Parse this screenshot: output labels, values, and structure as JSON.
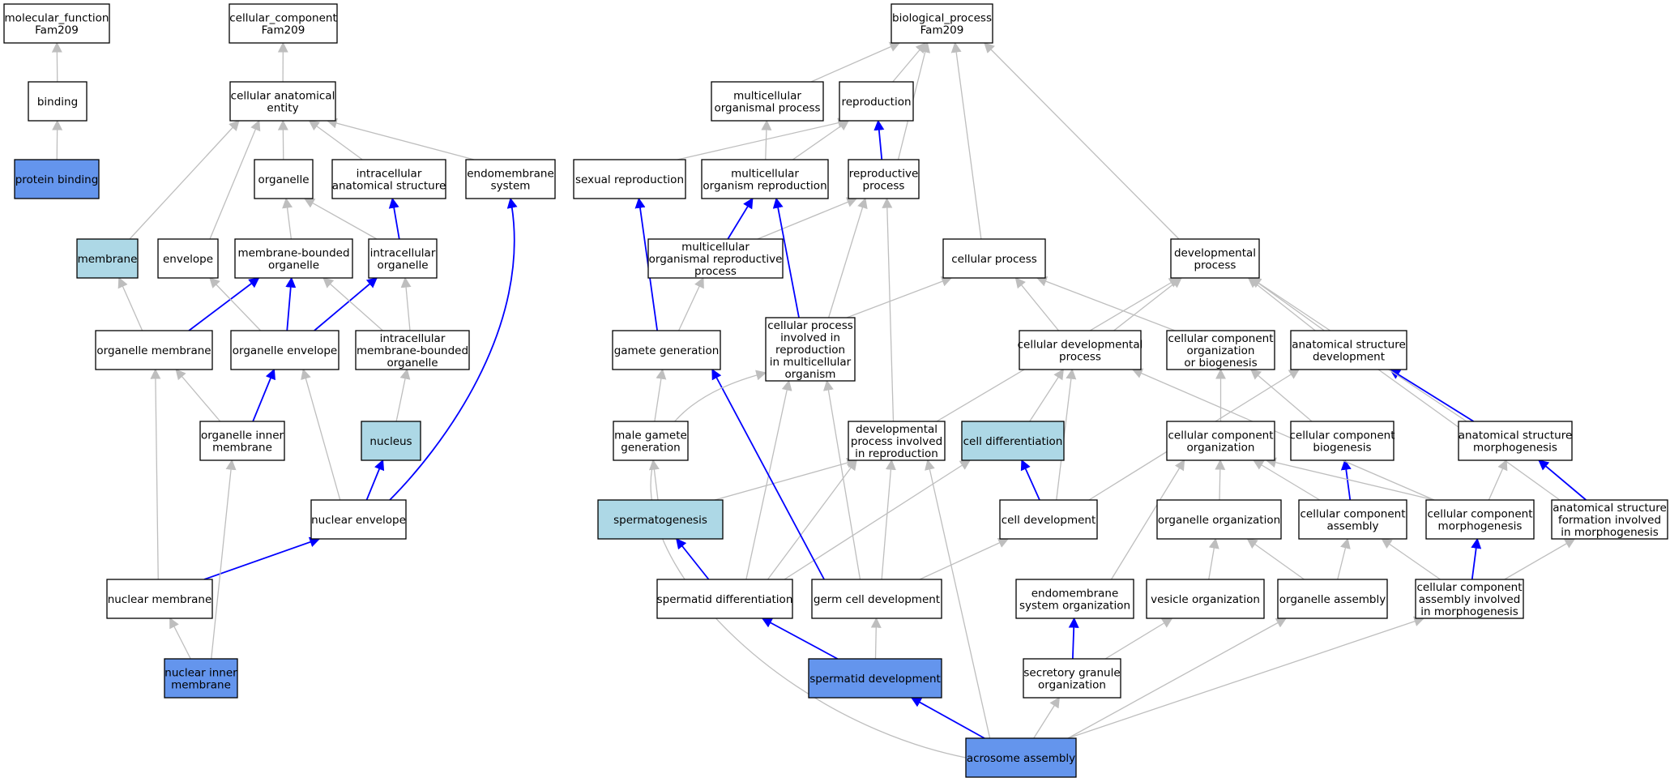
{
  "colors": {
    "plain": "#ffffff",
    "light": "#add8e6",
    "dark": "#6495ed",
    "edge_gray": "#bebebe",
    "edge_blue": "#0000ff"
  },
  "nodes": [
    {
      "id": "mf",
      "lines": [
        "molecular_function",
        "Fam209"
      ],
      "fill": "plain"
    },
    {
      "id": "cc",
      "lines": [
        "cellular_component",
        "Fam209"
      ],
      "fill": "plain"
    },
    {
      "id": "bp",
      "lines": [
        "biological_process",
        "Fam209"
      ],
      "fill": "plain"
    },
    {
      "id": "binding",
      "lines": [
        "binding"
      ],
      "fill": "plain"
    },
    {
      "id": "protbind",
      "lines": [
        "protein binding"
      ],
      "fill": "dark"
    },
    {
      "id": "cae",
      "lines": [
        "cellular anatomical",
        "entity"
      ],
      "fill": "plain"
    },
    {
      "id": "organelle",
      "lines": [
        "organelle"
      ],
      "fill": "plain"
    },
    {
      "id": "ias",
      "lines": [
        "intracellular",
        "anatomical structure"
      ],
      "fill": "plain"
    },
    {
      "id": "endomem",
      "lines": [
        "endomembrane",
        "system"
      ],
      "fill": "plain"
    },
    {
      "id": "membrane",
      "lines": [
        "membrane"
      ],
      "fill": "light"
    },
    {
      "id": "envelope",
      "lines": [
        "envelope"
      ],
      "fill": "plain"
    },
    {
      "id": "mbo",
      "lines": [
        "membrane-bounded",
        "organelle"
      ],
      "fill": "plain"
    },
    {
      "id": "io",
      "lines": [
        "intracellular",
        "organelle"
      ],
      "fill": "plain"
    },
    {
      "id": "om",
      "lines": [
        "organelle membrane"
      ],
      "fill": "plain"
    },
    {
      "id": "oe",
      "lines": [
        "organelle envelope"
      ],
      "fill": "plain"
    },
    {
      "id": "imbo",
      "lines": [
        "intracellular",
        "membrane-bounded",
        "organelle"
      ],
      "fill": "plain"
    },
    {
      "id": "oim",
      "lines": [
        "organelle inner",
        "membrane"
      ],
      "fill": "plain"
    },
    {
      "id": "nucleus",
      "lines": [
        "nucleus"
      ],
      "fill": "light"
    },
    {
      "id": "ne",
      "lines": [
        "nuclear envelope"
      ],
      "fill": "plain"
    },
    {
      "id": "nm",
      "lines": [
        "nuclear membrane"
      ],
      "fill": "plain"
    },
    {
      "id": "nim",
      "lines": [
        "nuclear inner",
        "membrane"
      ],
      "fill": "dark"
    },
    {
      "id": "mop",
      "lines": [
        "multicellular",
        "organismal process"
      ],
      "fill": "plain"
    },
    {
      "id": "repro",
      "lines": [
        "reproduction"
      ],
      "fill": "plain"
    },
    {
      "id": "sexrep",
      "lines": [
        "sexual reproduction"
      ],
      "fill": "plain"
    },
    {
      "id": "mor",
      "lines": [
        "multicellular",
        "organism reproduction"
      ],
      "fill": "plain"
    },
    {
      "id": "repproc",
      "lines": [
        "reproductive",
        "process"
      ],
      "fill": "plain"
    },
    {
      "id": "morp",
      "lines": [
        "multicellular",
        "organismal reproductive",
        "process"
      ],
      "fill": "plain"
    },
    {
      "id": "cellproc",
      "lines": [
        "cellular process"
      ],
      "fill": "plain"
    },
    {
      "id": "devproc",
      "lines": [
        "developmental",
        "process"
      ],
      "fill": "plain"
    },
    {
      "id": "gamgen",
      "lines": [
        "gamete generation"
      ],
      "fill": "plain"
    },
    {
      "id": "cpirmo",
      "lines": [
        "cellular process",
        "involved in",
        "reproduction",
        "in multicellular",
        "organism"
      ],
      "fill": "plain"
    },
    {
      "id": "celldev",
      "lines": [
        "cellular developmental",
        "process"
      ],
      "fill": "plain"
    },
    {
      "id": "ccob",
      "lines": [
        "cellular component",
        "organization",
        "or biogenesis"
      ],
      "fill": "plain"
    },
    {
      "id": "asd",
      "lines": [
        "anatomical structure",
        "development"
      ],
      "fill": "plain"
    },
    {
      "id": "mgg",
      "lines": [
        "male gamete",
        "generation"
      ],
      "fill": "plain"
    },
    {
      "id": "dpir",
      "lines": [
        "developmental",
        "process involved",
        "in reproduction"
      ],
      "fill": "plain"
    },
    {
      "id": "celldiff",
      "lines": [
        "cell differentiation"
      ],
      "fill": "light"
    },
    {
      "id": "cco",
      "lines": [
        "cellular component",
        "organization"
      ],
      "fill": "plain"
    },
    {
      "id": "ccb",
      "lines": [
        "cellular component",
        "biogenesis"
      ],
      "fill": "plain"
    },
    {
      "id": "asm",
      "lines": [
        "anatomical structure",
        "morphogenesis"
      ],
      "fill": "plain"
    },
    {
      "id": "spermatog",
      "lines": [
        "spermatogenesis"
      ],
      "fill": "light"
    },
    {
      "id": "celldevel",
      "lines": [
        "cell development"
      ],
      "fill": "plain"
    },
    {
      "id": "orgorg",
      "lines": [
        "organelle organization"
      ],
      "fill": "plain"
    },
    {
      "id": "cca",
      "lines": [
        "cellular component",
        "assembly"
      ],
      "fill": "plain"
    },
    {
      "id": "ccm",
      "lines": [
        "cellular component",
        "morphogenesis"
      ],
      "fill": "plain"
    },
    {
      "id": "asfm",
      "lines": [
        "anatomical structure",
        "formation involved",
        "in morphogenesis"
      ],
      "fill": "plain"
    },
    {
      "id": "spdiff",
      "lines": [
        "spermatid differentiation"
      ],
      "fill": "plain"
    },
    {
      "id": "gcd",
      "lines": [
        "germ cell development"
      ],
      "fill": "plain"
    },
    {
      "id": "eso",
      "lines": [
        "endomembrane",
        "system organization"
      ],
      "fill": "plain"
    },
    {
      "id": "vo",
      "lines": [
        "vesicle organization"
      ],
      "fill": "plain"
    },
    {
      "id": "oa",
      "lines": [
        "organelle assembly"
      ],
      "fill": "plain"
    },
    {
      "id": "ccaim",
      "lines": [
        "cellular component",
        "assembly involved",
        "in morphogenesis"
      ],
      "fill": "plain"
    },
    {
      "id": "spdev",
      "lines": [
        "spermatid development"
      ],
      "fill": "dark"
    },
    {
      "id": "sgo",
      "lines": [
        "secretory granule",
        "organization"
      ],
      "fill": "plain"
    },
    {
      "id": "acro",
      "lines": [
        "acrosome assembly"
      ],
      "fill": "dark"
    }
  ],
  "edges": [
    {
      "from": "binding",
      "to": "mf",
      "color": "edge_gray"
    },
    {
      "from": "protbind",
      "to": "binding",
      "color": "edge_gray"
    },
    {
      "from": "cae",
      "to": "cc",
      "color": "edge_gray"
    },
    {
      "from": "organelle",
      "to": "cae",
      "color": "edge_gray"
    },
    {
      "from": "ias",
      "to": "cae",
      "color": "edge_gray"
    },
    {
      "from": "endomem",
      "to": "cae",
      "color": "edge_gray"
    },
    {
      "from": "membrane",
      "to": "cae",
      "color": "edge_gray"
    },
    {
      "from": "envelope",
      "to": "cae",
      "color": "edge_gray"
    },
    {
      "from": "mbo",
      "to": "organelle",
      "color": "edge_gray"
    },
    {
      "from": "io",
      "to": "organelle",
      "color": "edge_gray"
    },
    {
      "from": "io",
      "to": "ias",
      "color": "edge_blue"
    },
    {
      "from": "om",
      "to": "membrane",
      "color": "edge_gray"
    },
    {
      "from": "om",
      "to": "mbo",
      "color": "edge_blue"
    },
    {
      "from": "oe",
      "to": "envelope",
      "color": "edge_gray"
    },
    {
      "from": "oe",
      "to": "mbo",
      "color": "edge_blue"
    },
    {
      "from": "oe",
      "to": "io",
      "color": "edge_blue"
    },
    {
      "from": "imbo",
      "to": "mbo",
      "color": "edge_gray"
    },
    {
      "from": "imbo",
      "to": "io",
      "color": "edge_gray"
    },
    {
      "from": "oim",
      "to": "om",
      "color": "edge_gray"
    },
    {
      "from": "oim",
      "to": "oe",
      "color": "edge_blue"
    },
    {
      "from": "nucleus",
      "to": "imbo",
      "color": "edge_gray"
    },
    {
      "from": "ne",
      "to": "oe",
      "color": "edge_gray"
    },
    {
      "from": "ne",
      "to": "nucleus",
      "color": "edge_blue"
    },
    {
      "from": "ne",
      "to": "endomem",
      "color": "edge_blue",
      "curve": "rightArc"
    },
    {
      "from": "nm",
      "to": "om",
      "color": "edge_gray"
    },
    {
      "from": "nm",
      "to": "ne",
      "color": "edge_blue"
    },
    {
      "from": "nim",
      "to": "nm",
      "color": "edge_gray"
    },
    {
      "from": "nim",
      "to": "oim",
      "color": "edge_gray"
    },
    {
      "from": "mop",
      "to": "bp",
      "color": "edge_gray"
    },
    {
      "from": "repro",
      "to": "bp",
      "color": "edge_gray"
    },
    {
      "from": "repproc",
      "to": "bp",
      "color": "edge_gray"
    },
    {
      "from": "cellproc",
      "to": "bp",
      "color": "edge_gray"
    },
    {
      "from": "devproc",
      "to": "bp",
      "color": "edge_gray"
    },
    {
      "from": "sexrep",
      "to": "repro",
      "color": "edge_gray"
    },
    {
      "from": "mor",
      "to": "mop",
      "color": "edge_gray"
    },
    {
      "from": "mor",
      "to": "repro",
      "color": "edge_gray"
    },
    {
      "from": "repproc",
      "to": "repro",
      "color": "edge_blue"
    },
    {
      "from": "morp",
      "to": "mor",
      "color": "edge_blue"
    },
    {
      "from": "morp",
      "to": "repproc",
      "color": "edge_gray"
    },
    {
      "from": "gamgen",
      "to": "sexrep",
      "color": "edge_blue"
    },
    {
      "from": "gamgen",
      "to": "morp",
      "color": "edge_gray"
    },
    {
      "from": "cpirmo",
      "to": "mor",
      "color": "edge_blue"
    },
    {
      "from": "cpirmo",
      "to": "repproc",
      "color": "edge_gray"
    },
    {
      "from": "cpirmo",
      "to": "cellproc",
      "color": "edge_gray"
    },
    {
      "from": "celldev",
      "to": "cellproc",
      "color": "edge_gray"
    },
    {
      "from": "celldev",
      "to": "devproc",
      "color": "edge_gray"
    },
    {
      "from": "ccob",
      "to": "cellproc",
      "color": "edge_gray"
    },
    {
      "from": "asd",
      "to": "devproc",
      "color": "edge_gray"
    },
    {
      "from": "mgg",
      "to": "gamgen",
      "color": "edge_gray"
    },
    {
      "from": "dpir",
      "to": "repproc",
      "color": "edge_gray"
    },
    {
      "from": "dpir",
      "to": "devproc",
      "color": "edge_gray"
    },
    {
      "from": "celldiff",
      "to": "celldev",
      "color": "edge_gray"
    },
    {
      "from": "cco",
      "to": "ccob",
      "color": "edge_gray"
    },
    {
      "from": "ccb",
      "to": "ccob",
      "color": "edge_gray"
    },
    {
      "from": "asm",
      "to": "asd",
      "color": "edge_blue"
    },
    {
      "from": "asm",
      "to": "devproc",
      "color": "edge_gray"
    },
    {
      "from": "spermatog",
      "to": "mgg",
      "color": "edge_gray"
    },
    {
      "from": "spermatog",
      "to": "dpir",
      "color": "edge_gray"
    },
    {
      "from": "celldevel",
      "to": "celldiff",
      "color": "edge_blue"
    },
    {
      "from": "celldevel",
      "to": "celldev",
      "color": "edge_gray"
    },
    {
      "from": "celldevel",
      "to": "asd",
      "color": "edge_gray"
    },
    {
      "from": "orgorg",
      "to": "cco",
      "color": "edge_gray"
    },
    {
      "from": "cca",
      "to": "cco",
      "color": "edge_gray"
    },
    {
      "from": "cca",
      "to": "ccb",
      "color": "edge_blue"
    },
    {
      "from": "ccm",
      "to": "cco",
      "color": "edge_gray"
    },
    {
      "from": "ccm",
      "to": "celldev",
      "color": "edge_gray"
    },
    {
      "from": "ccm",
      "to": "asm",
      "color": "edge_gray"
    },
    {
      "from": "asfm",
      "to": "asm",
      "color": "edge_blue"
    },
    {
      "from": "asfm",
      "to": "devproc",
      "color": "edge_gray"
    },
    {
      "from": "spdiff",
      "to": "spermatog",
      "color": "edge_blue"
    },
    {
      "from": "spdiff",
      "to": "cpirmo",
      "color": "edge_gray"
    },
    {
      "from": "spdiff",
      "to": "dpir",
      "color": "edge_gray"
    },
    {
      "from": "spdiff",
      "to": "celldiff",
      "color": "edge_gray"
    },
    {
      "from": "gcd",
      "to": "gamgen",
      "color": "edge_blue"
    },
    {
      "from": "gcd",
      "to": "cpirmo",
      "color": "edge_gray"
    },
    {
      "from": "gcd",
      "to": "dpir",
      "color": "edge_gray"
    },
    {
      "from": "gcd",
      "to": "celldevel",
      "color": "edge_gray"
    },
    {
      "from": "eso",
      "to": "cco",
      "color": "edge_gray"
    },
    {
      "from": "vo",
      "to": "orgorg",
      "color": "edge_gray"
    },
    {
      "from": "oa",
      "to": "orgorg",
      "color": "edge_gray"
    },
    {
      "from": "oa",
      "to": "cca",
      "color": "edge_gray"
    },
    {
      "from": "ccaim",
      "to": "cca",
      "color": "edge_gray"
    },
    {
      "from": "ccaim",
      "to": "ccm",
      "color": "edge_blue"
    },
    {
      "from": "ccaim",
      "to": "asfm",
      "color": "edge_gray"
    },
    {
      "from": "spdev",
      "to": "spdiff",
      "color": "edge_blue"
    },
    {
      "from": "spdev",
      "to": "gcd",
      "color": "edge_gray"
    },
    {
      "from": "sgo",
      "to": "eso",
      "color": "edge_blue"
    },
    {
      "from": "sgo",
      "to": "vo",
      "color": "edge_gray"
    },
    {
      "from": "acro",
      "to": "spdev",
      "color": "edge_blue"
    },
    {
      "from": "acro",
      "to": "sgo",
      "color": "edge_gray"
    },
    {
      "from": "acro",
      "to": "oa",
      "color": "edge_gray"
    },
    {
      "from": "acro",
      "to": "ccaim",
      "color": "edge_gray"
    },
    {
      "from": "acro",
      "to": "dpir",
      "color": "edge_gray"
    },
    {
      "from": "acro",
      "to": "cpirmo",
      "color": "edge_gray",
      "curve": "leftArc"
    }
  ]
}
